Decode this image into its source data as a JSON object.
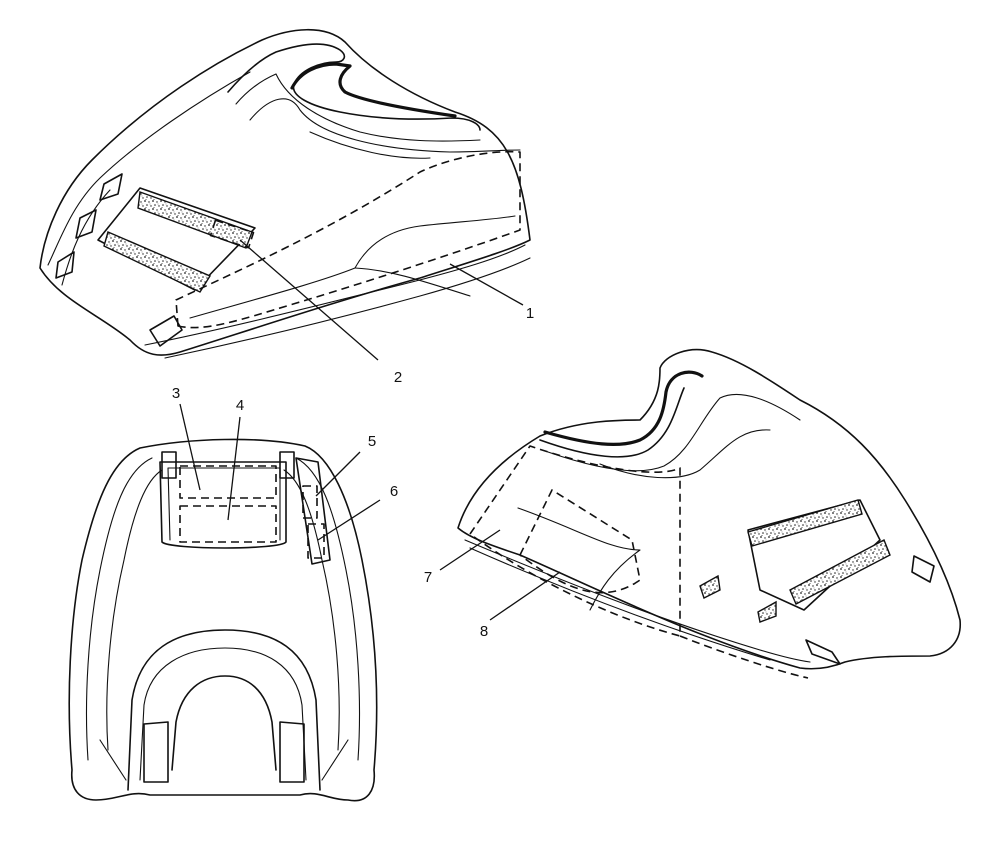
{
  "callouts": [
    {
      "id": "1",
      "label": "1"
    },
    {
      "id": "2",
      "label": "2"
    },
    {
      "id": "3",
      "label": "3"
    },
    {
      "id": "4",
      "label": "4"
    },
    {
      "id": "5",
      "label": "5"
    },
    {
      "id": "6",
      "label": "6"
    },
    {
      "id": "7",
      "label": "7"
    },
    {
      "id": "8",
      "label": "8"
    }
  ],
  "views": [
    {
      "name": "hood-left-oblique-view"
    },
    {
      "name": "hood-top-view"
    },
    {
      "name": "hood-right-oblique-view"
    }
  ]
}
